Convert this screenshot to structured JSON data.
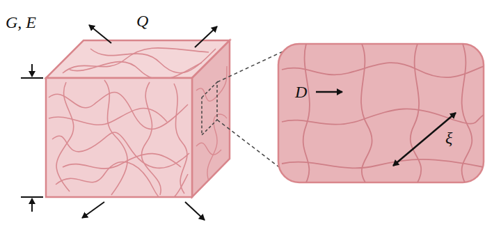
{
  "diagram": {
    "labels": [
      "G, E",
      "Q",
      "D",
      "ξ"
    ]
  }
}
